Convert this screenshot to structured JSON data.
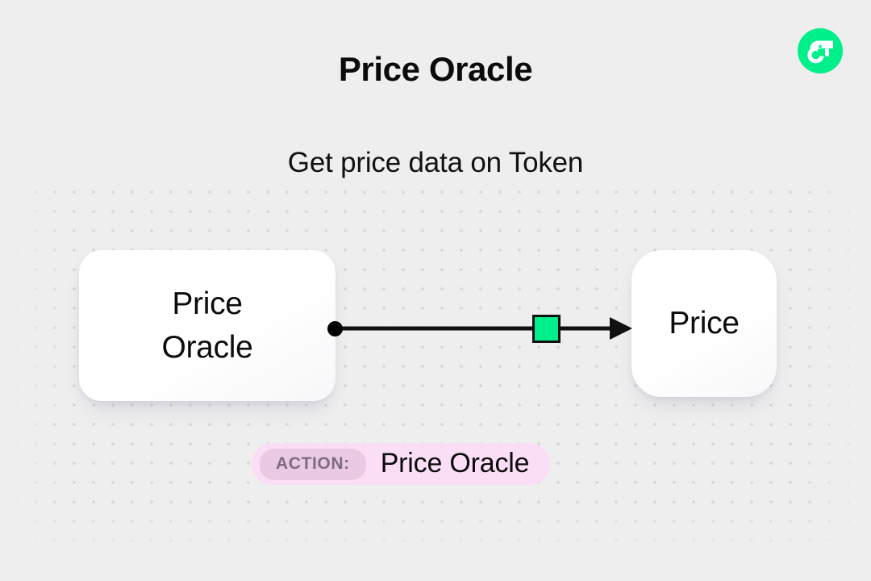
{
  "page": {
    "title": "Price Oracle",
    "subtitle": "Get price data on Token",
    "background_color": "#eeeeee"
  },
  "logo": {
    "name": "flow-logo",
    "circle_color": "#00ef8b",
    "mark_color": "#ffffff"
  },
  "diagram": {
    "nodes": [
      {
        "id": "price-oracle",
        "label": "Price\nOracle",
        "card_color": "#ffffff"
      },
      {
        "id": "price",
        "label": "Price",
        "card_color": "#ffffff"
      }
    ],
    "edge": {
      "source_dot_color": "#000000",
      "line_color": "#111111",
      "marker_color": "#00ef8b",
      "marker_border_color": "#111111",
      "arrow_color": "#111111"
    }
  },
  "action_badge": {
    "chip_label": "ACTION:",
    "value": "Price Oracle",
    "pill_color": "#fbdef5",
    "chip_color": "#e9c9e3",
    "chip_text_color": "#7d6c83"
  }
}
